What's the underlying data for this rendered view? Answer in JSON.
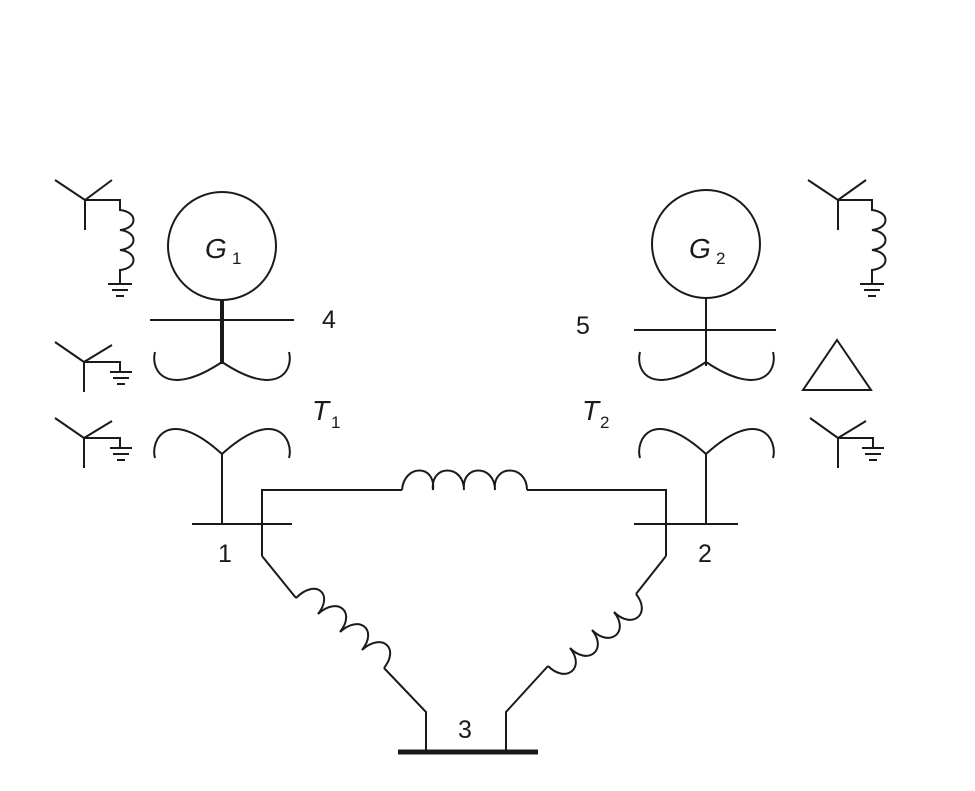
{
  "buses": {
    "bus_1": "1",
    "bus_2": "2",
    "bus_3": "3",
    "bus_4": "4",
    "bus_5": "5"
  },
  "generators": {
    "g1": {
      "letter": "G",
      "index": "1"
    },
    "g2": {
      "letter": "G",
      "index": "2"
    }
  },
  "transformers": {
    "t1": {
      "letter": "T",
      "index": "1"
    },
    "t2": {
      "letter": "T",
      "index": "2"
    }
  },
  "winding_connections": {
    "g1": "grounded-wye-through-inductor",
    "g2": "grounded-wye-through-inductor",
    "t1_primary": "grounded-wye",
    "t1_secondary": "grounded-wye",
    "t2_primary": "delta",
    "t2_secondary": "grounded-wye"
  },
  "colors": {
    "ink": "#1a1a1a",
    "background": "#ffffff"
  }
}
